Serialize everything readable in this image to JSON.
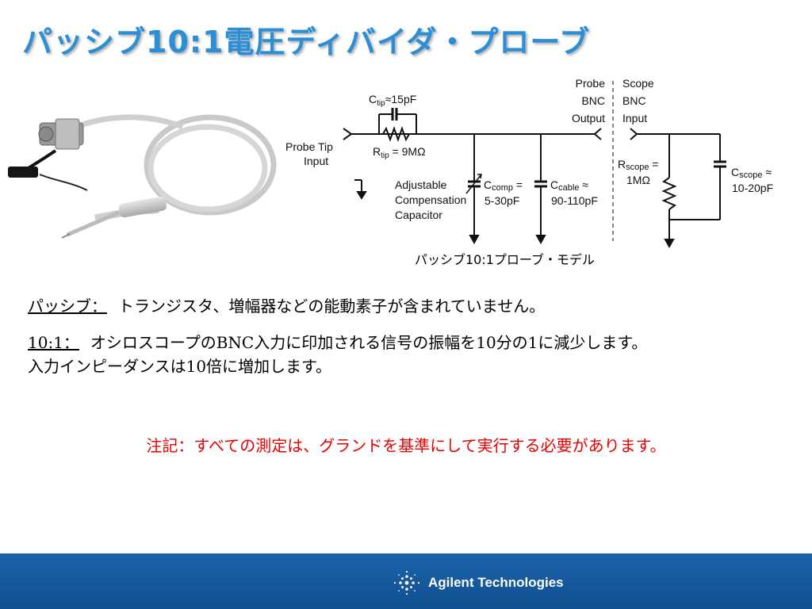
{
  "slide": {
    "title": "パッシブ10:1電圧ディバイダ・プローブ"
  },
  "schematic": {
    "ctip_label": "C",
    "ctip_sub": "tip",
    "ctip_value": "≈15pF",
    "rtip_label": "R",
    "rtip_sub": "tip",
    "rtip_value": " = 9MΩ",
    "probe_tip_line1": "Probe Tip",
    "probe_tip_line2": "Input",
    "probe_bnc_line1": "Probe",
    "probe_bnc_line2": "BNC",
    "probe_bnc_line3": "Output",
    "scope_bnc_line1": "Scope",
    "scope_bnc_line2": "BNC",
    "scope_bnc_line3": "Input",
    "adj_line1": "Adjustable",
    "adj_line2": "Compensation",
    "adj_line3": "Capacitor",
    "ccomp_label": "C",
    "ccomp_sub": "comp",
    "ccomp_eq": " =",
    "ccomp_value": "5-30pF",
    "ccable_label": "C",
    "ccable_sub": "cable",
    "ccable_eq": " ≈",
    "ccable_value": "90-110pF",
    "rscope_label": "R",
    "rscope_sub": "scope",
    "rscope_eq": " =",
    "rscope_value": "1MΩ",
    "cscope_label": "C",
    "cscope_sub": "scope",
    "cscope_eq": " ≈",
    "cscope_value": "10-20pF",
    "caption": "パッシブ10:1プローブ・モデル"
  },
  "bullets": {
    "passive_term": "パッシブ：",
    "passive_text": "トランジスタ、増幅器などの能動素子が含まれていません。",
    "ratio_term": "10:1：",
    "ratio_text": "オシロスコープのBNC入力に印加される信号の振幅を10分の1に減少します。",
    "ratio_text2": "入力インピーダンスは10倍に増加します。"
  },
  "note": "注記：すべての測定は、グランドを基準にして実行する必要があります。",
  "footer": {
    "brand": "Agilent Technologies"
  },
  "colors": {
    "title": "#2a8fd6",
    "note": "#e60000",
    "footer": "#1c63a9"
  }
}
